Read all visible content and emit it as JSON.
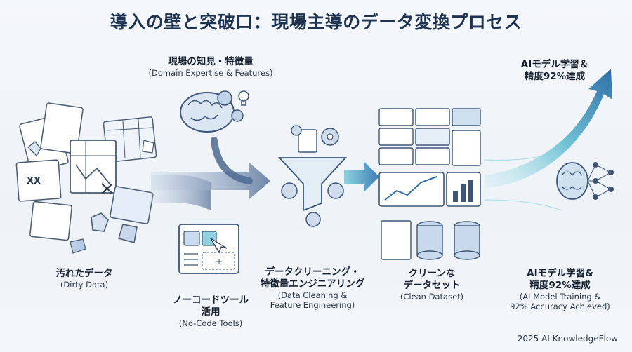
{
  "title": "導入の壁と突破口：現場主導のデータ変換プロセス",
  "stages": {
    "dirty_data": {
      "jp": "汚れたデータ",
      "en": "(Dirty Data)"
    },
    "domain": {
      "jp": "現場の知見・特徴量",
      "en": "(Domain Expertise & Features)"
    },
    "nocode": {
      "jp_line1": "ノーコードツール",
      "jp_line2": "活用",
      "en": "(No-Code Tools)"
    },
    "cleaning": {
      "jp_line1": "データクリーニング・",
      "jp_line2": "特徴量エンジニアリング",
      "en_line1": "(Data Cleaning &",
      "en_line2": "Feature Engineering)"
    },
    "clean": {
      "jp_line1": "クリーンな",
      "jp_line2": "データセット",
      "en": "(Clean Dataset)"
    },
    "ai_top": {
      "jp_line1": "AIモデル学習＆",
      "jp_line2": "精度92%達成"
    },
    "ai_bottom": {
      "jp_line1": "AIモデル学習&",
      "jp_line2": "精度92%達成",
      "en_line1": "(AI Model Training &",
      "en_line2": "92% Accuracy Achieved)"
    }
  },
  "footer": "2025 AI KnowledgeFlow",
  "colors": {
    "navy": "#1e3350",
    "blue": "#6f8fb8",
    "lightblue": "#cfe0f0",
    "teal": "#5bb5c8",
    "panel": "#ffffff"
  }
}
